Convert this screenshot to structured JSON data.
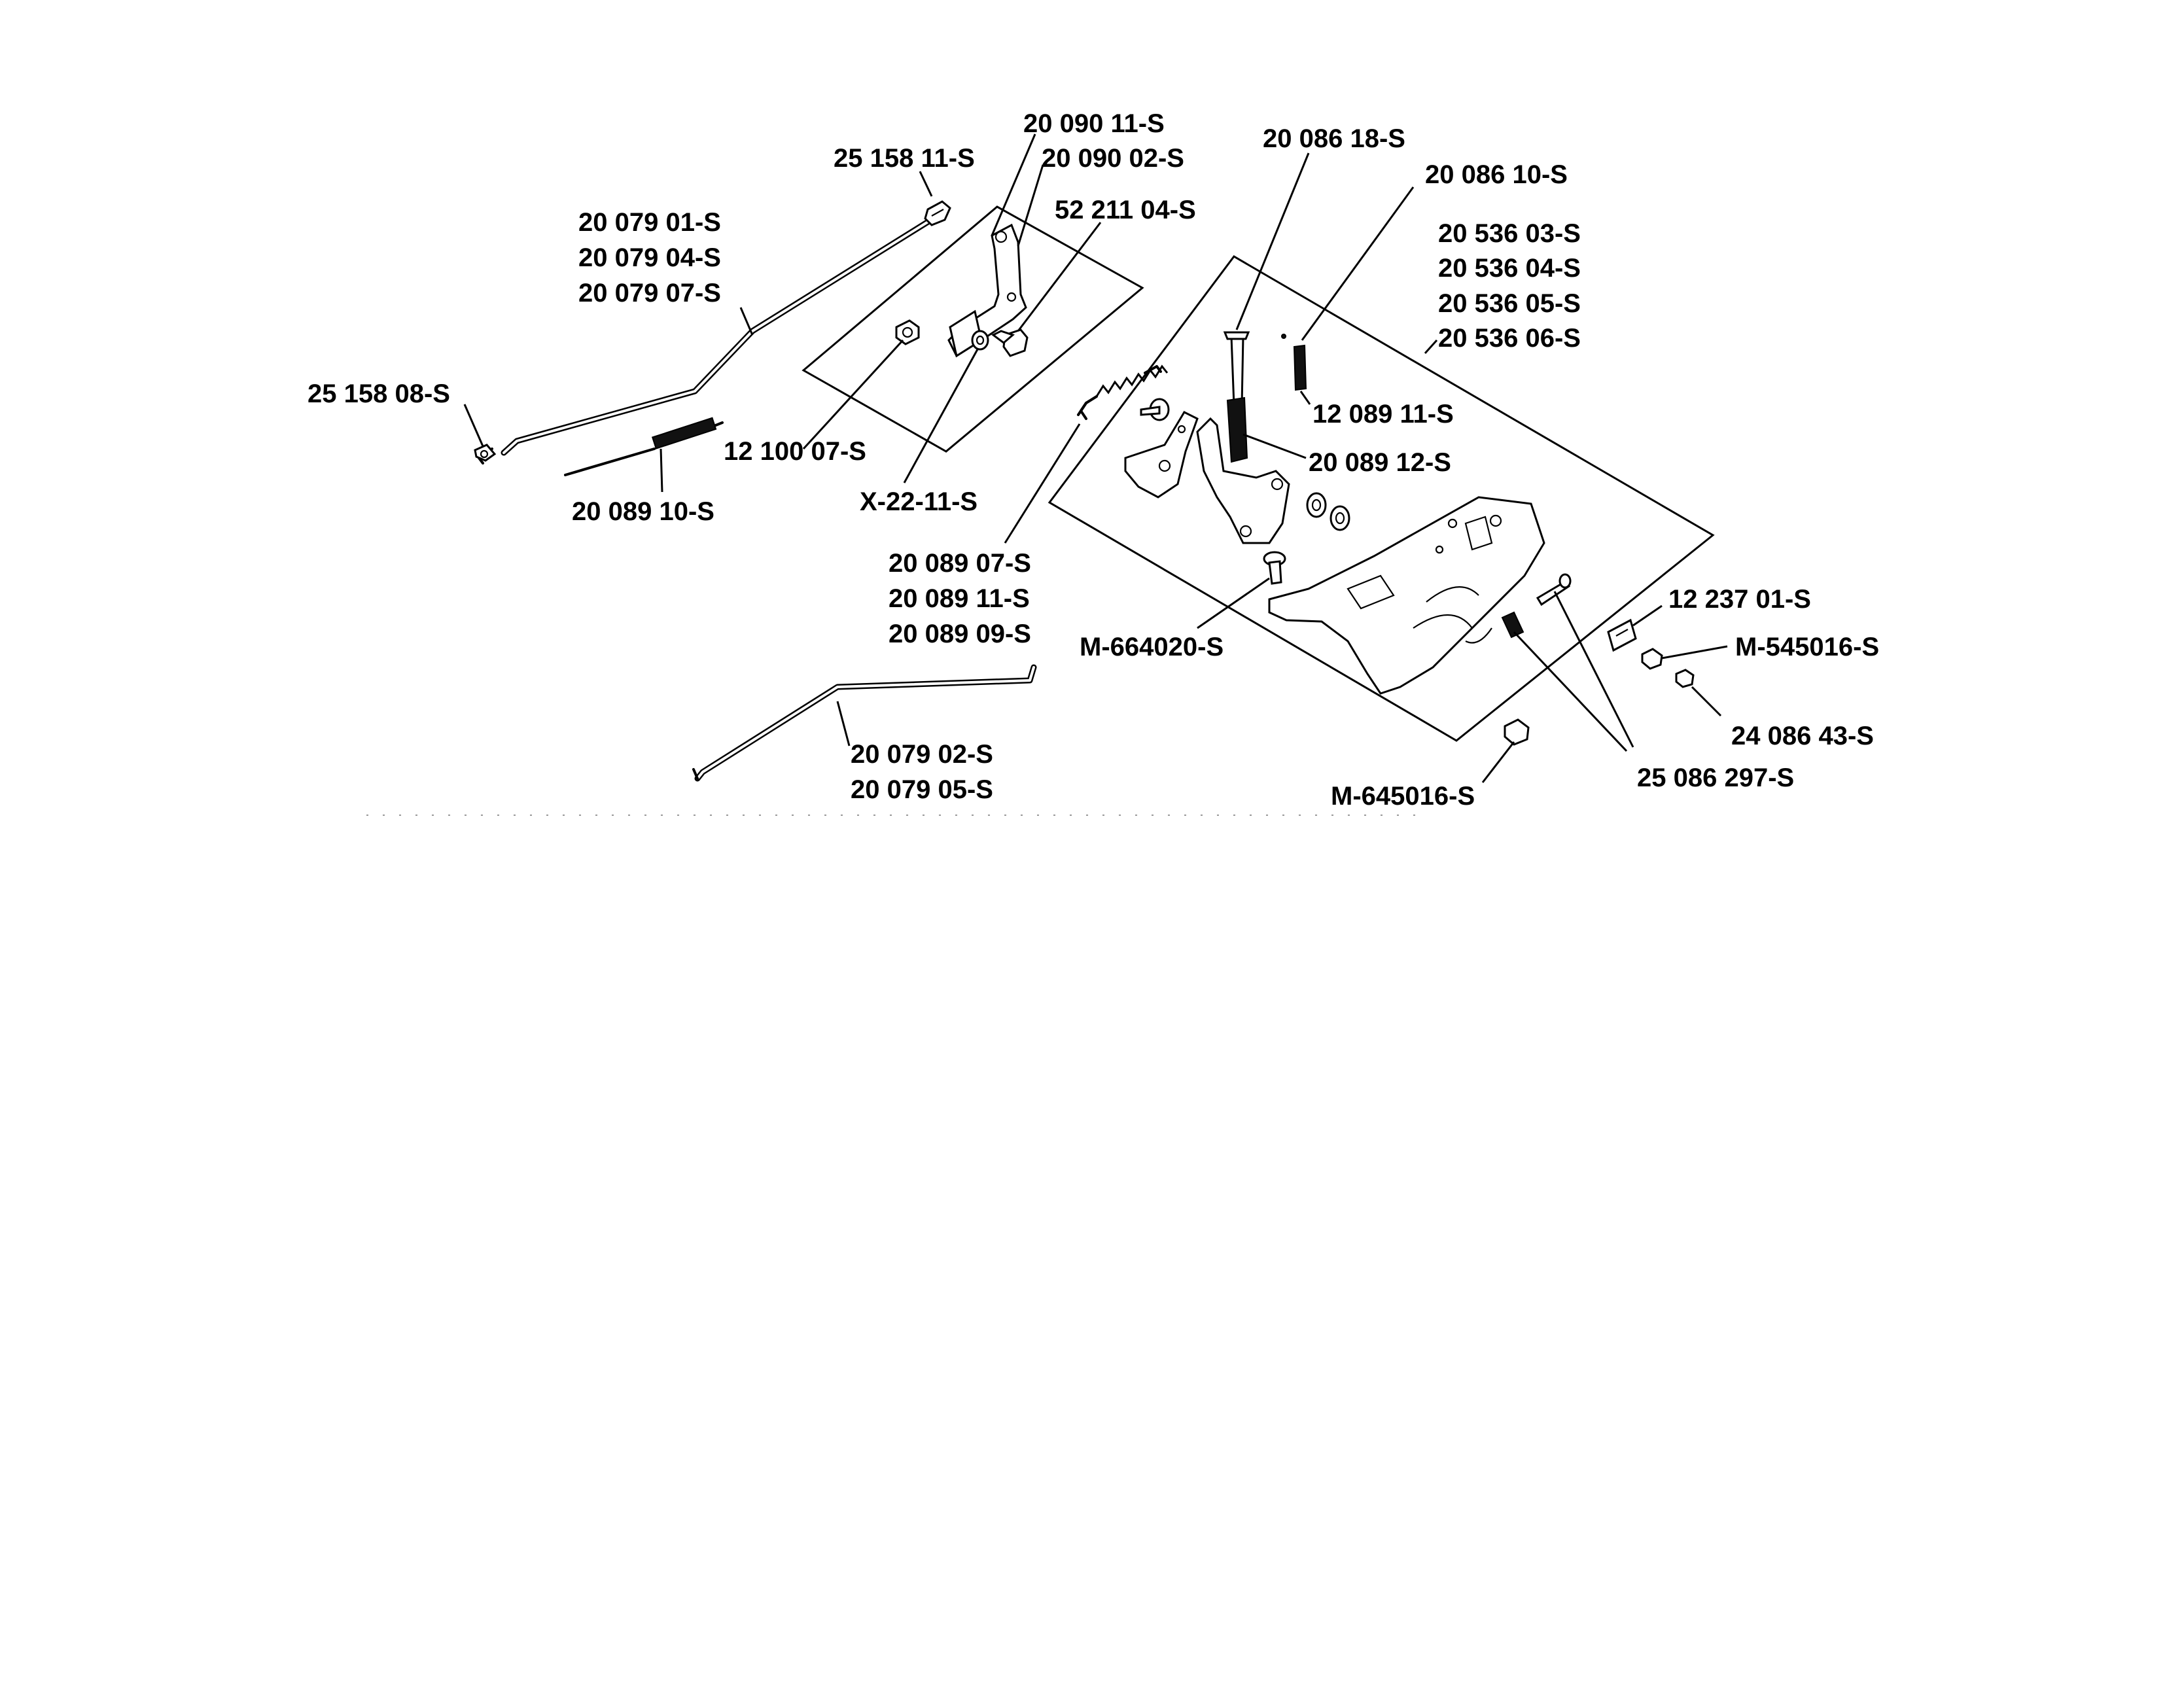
{
  "labels": {
    "l_200901": "20 090 11-S",
    "l_200902": "20 090 02-S",
    "l_251581": "25 158 11-S",
    "l_522110": "52 211 04-S",
    "l_200860": "20 086 18-S",
    "l_200861": "20 086 10-S",
    "l_205363": "20 536 03-S",
    "l_205364": "20 536 04-S",
    "l_205365": "20 536 05-S",
    "l_205366": "20 536 06-S",
    "l_200791": "20 079 01-S",
    "l_200794": "20 079 04-S",
    "l_200797": "20 079 07-S",
    "l_251580": "25 158 08-S",
    "l_121000": "12 100 07-S",
    "l_x2211": "X-22-11-S",
    "l_200891": "20 089 10-S",
    "l_120891": "12 089 11-S",
    "l_200892": "20 089 12-S",
    "l_200897": "20 089 07-S",
    "l_2008911": "20 089 11-S",
    "l_200899": "20 089 09-S",
    "l_m664": "M-664020-S",
    "l_122370": "12 237 01-S",
    "l_m545": "M-545016-S",
    "l_240864": "24 086 43-S",
    "l_200792": "20 079 02-S",
    "l_200795": "20 079 05-S",
    "l_250862": "25 086 297-S",
    "l_m645": "M-645016-S"
  }
}
